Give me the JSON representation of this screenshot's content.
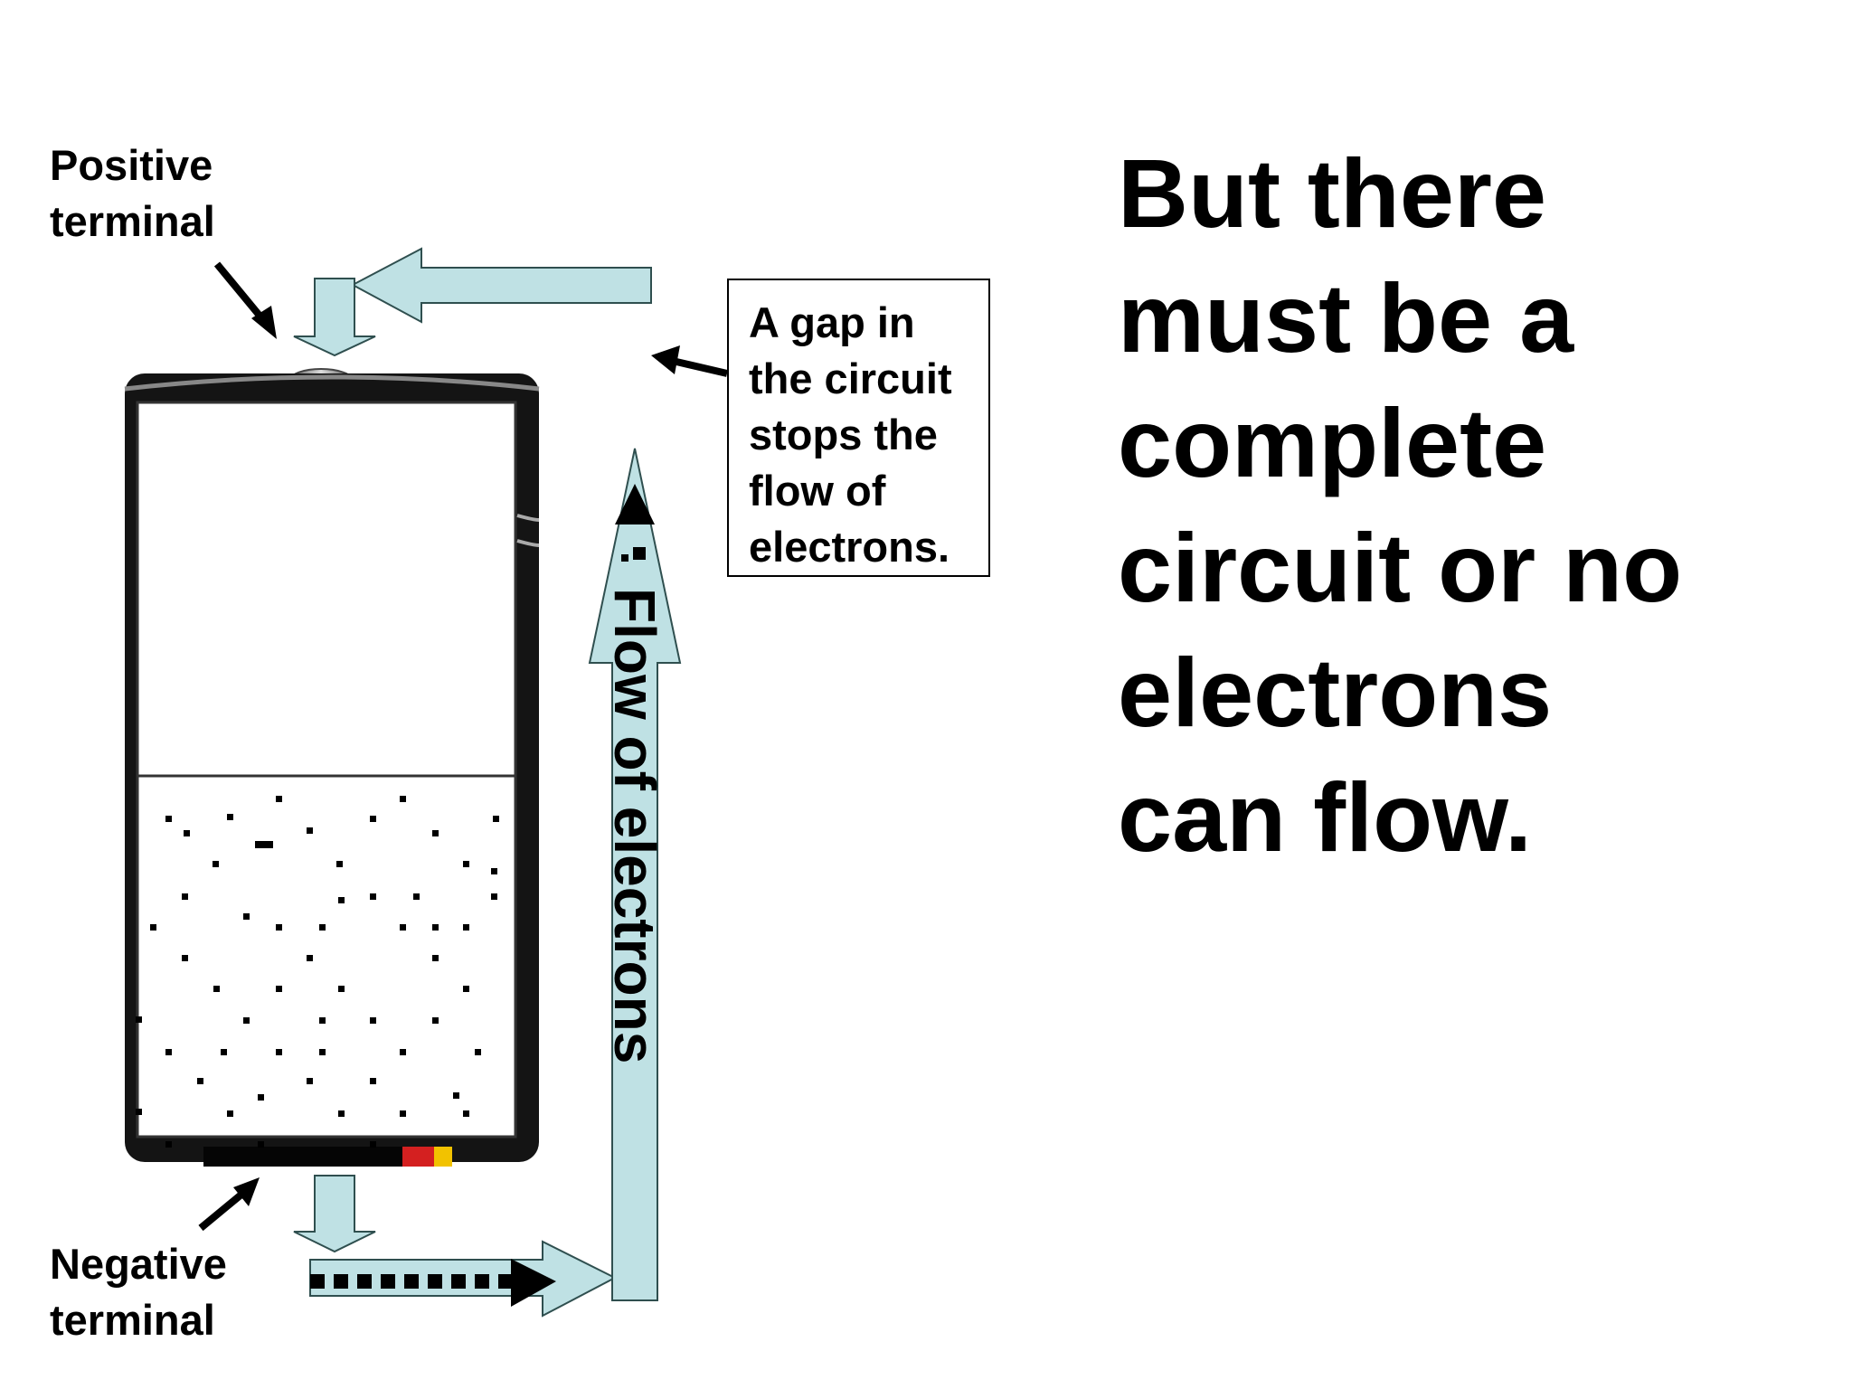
{
  "labels": {
    "positive_terminal": "Positive\nterminal",
    "negative_terminal": "Negative\nterminal",
    "flow": "Flow of electrons",
    "gap_note": "A gap in\nthe circuit\nstops the\nflow of\nelectrons."
  },
  "main_text": "But there\nmust be a\ncomplete\ncircuit or no\nelectrons\ncan flow.",
  "colors": {
    "arrow_fill": "#bfe1e4",
    "arrow_stroke": "#2f4f4f",
    "battery_body": "#111111",
    "battery_stripe_red": "#d42020",
    "battery_stripe_yellow": "#f2c200"
  },
  "icons": [
    "battery-icon",
    "block-arrow-icon",
    "pointer-arrow-icon"
  ]
}
